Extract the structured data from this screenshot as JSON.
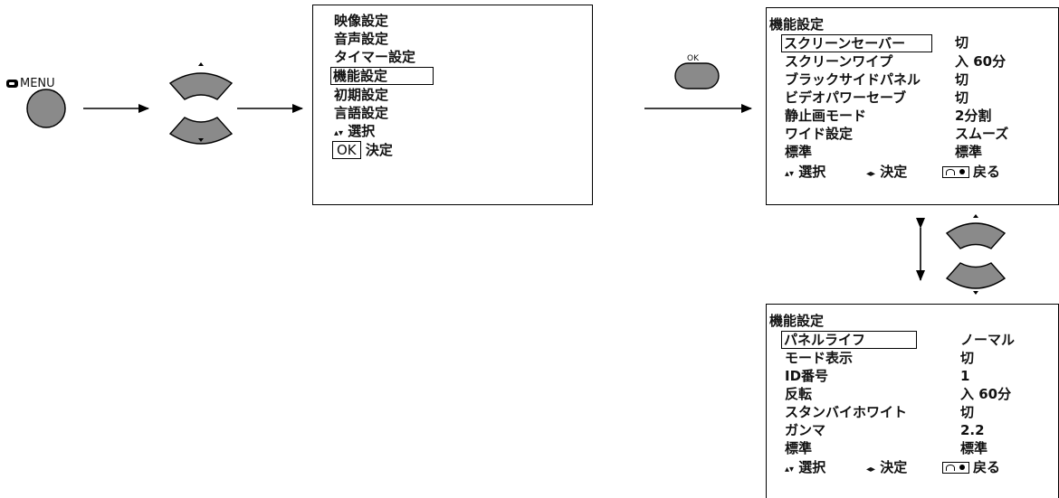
{
  "menu_button": {
    "label": "MENU"
  },
  "ok_button": {
    "label": "OK"
  },
  "main_menu": {
    "items": [
      "映像設定",
      "音声設定",
      "タイマー設定",
      "機能設定",
      "初期設定",
      "言語設定"
    ],
    "select_hint": "選択",
    "ok_key": "OK",
    "decide_hint": "決定"
  },
  "function_menu_1": {
    "title": "機能設定",
    "rows": [
      {
        "label": "スクリーンセーバー",
        "value": "切"
      },
      {
        "label": "スクリーンワイプ",
        "value": "入 60分"
      },
      {
        "label": "ブラックサイドパネル",
        "value": "切"
      },
      {
        "label": "ビデオパワーセーブ",
        "value": "切"
      },
      {
        "label": "静止画モード",
        "value": "2分割"
      },
      {
        "label": "ワイド設定",
        "value": "スムーズ"
      },
      {
        "label": "標準",
        "value": "標準"
      }
    ],
    "footer": {
      "select": "選択",
      "decide": "決定",
      "back": "戻る"
    }
  },
  "function_menu_2": {
    "title": "機能設定",
    "rows": [
      {
        "label": "パネルライフ",
        "value": "ノーマル"
      },
      {
        "label": "モード表示",
        "value": "切"
      },
      {
        "label": "ID番号",
        "value": "1"
      },
      {
        "label": "反転",
        "value": "入 60分"
      },
      {
        "label": "スタンバイホワイト",
        "value": "切"
      },
      {
        "label": "ガンマ",
        "value": "2.2"
      },
      {
        "label": "標準",
        "value": "標準"
      }
    ],
    "footer": {
      "select": "選択",
      "decide": "決定",
      "back": "戻る"
    }
  }
}
